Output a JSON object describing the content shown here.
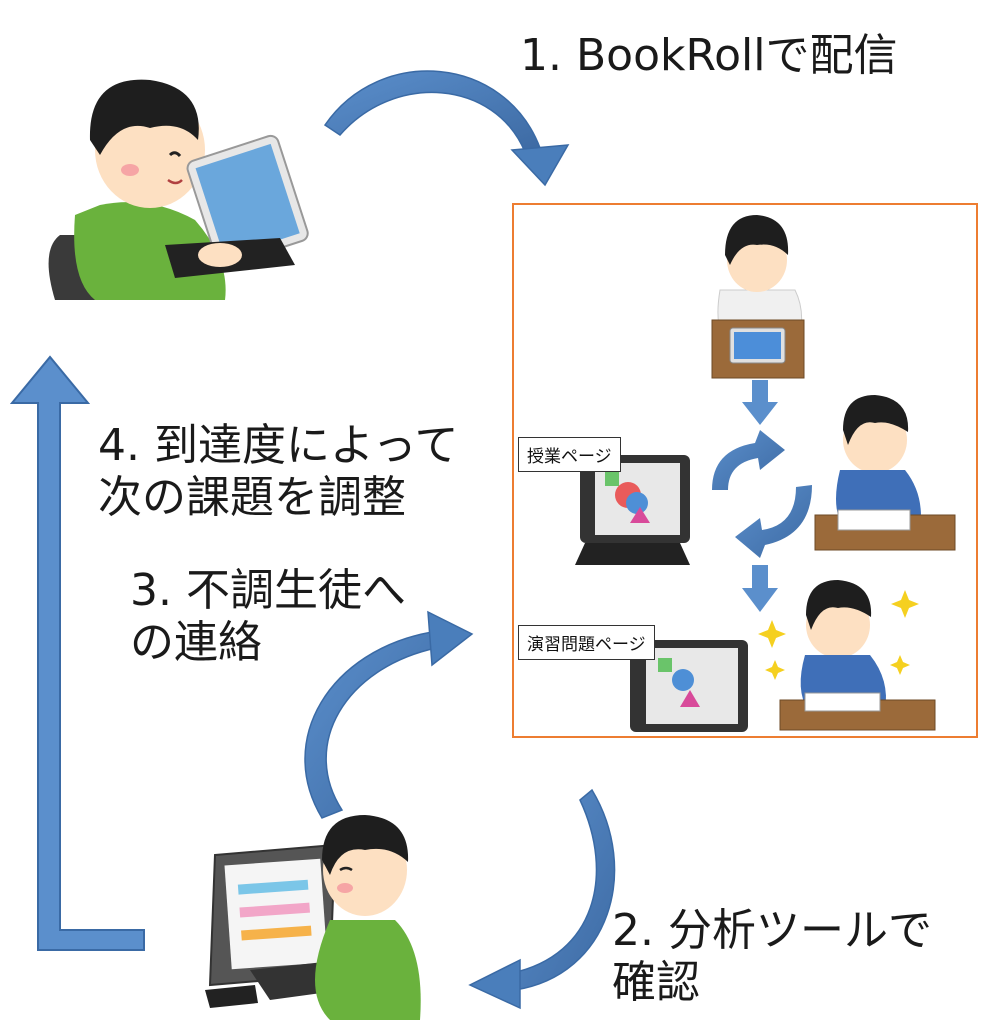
{
  "steps": [
    {
      "num": "1.",
      "text": "BookRollで配信"
    },
    {
      "num": "2.",
      "text": "分析ツールで",
      "text2": "確認"
    },
    {
      "num": "3.",
      "text": "不調生徒へ",
      "text2": "の連絡"
    },
    {
      "num": "4.",
      "text": "到達度によって",
      "text2": "次の課題を調整"
    }
  ],
  "labels": {
    "lesson_page": "授業ページ",
    "exercise_page": "演習問題ページ"
  },
  "colors": {
    "arrow": "#4a7ebb",
    "box_border": "#ed7d31",
    "shirt": "#6ab23d",
    "hair": "#1e1e1e",
    "skin": "#fde0c2"
  }
}
